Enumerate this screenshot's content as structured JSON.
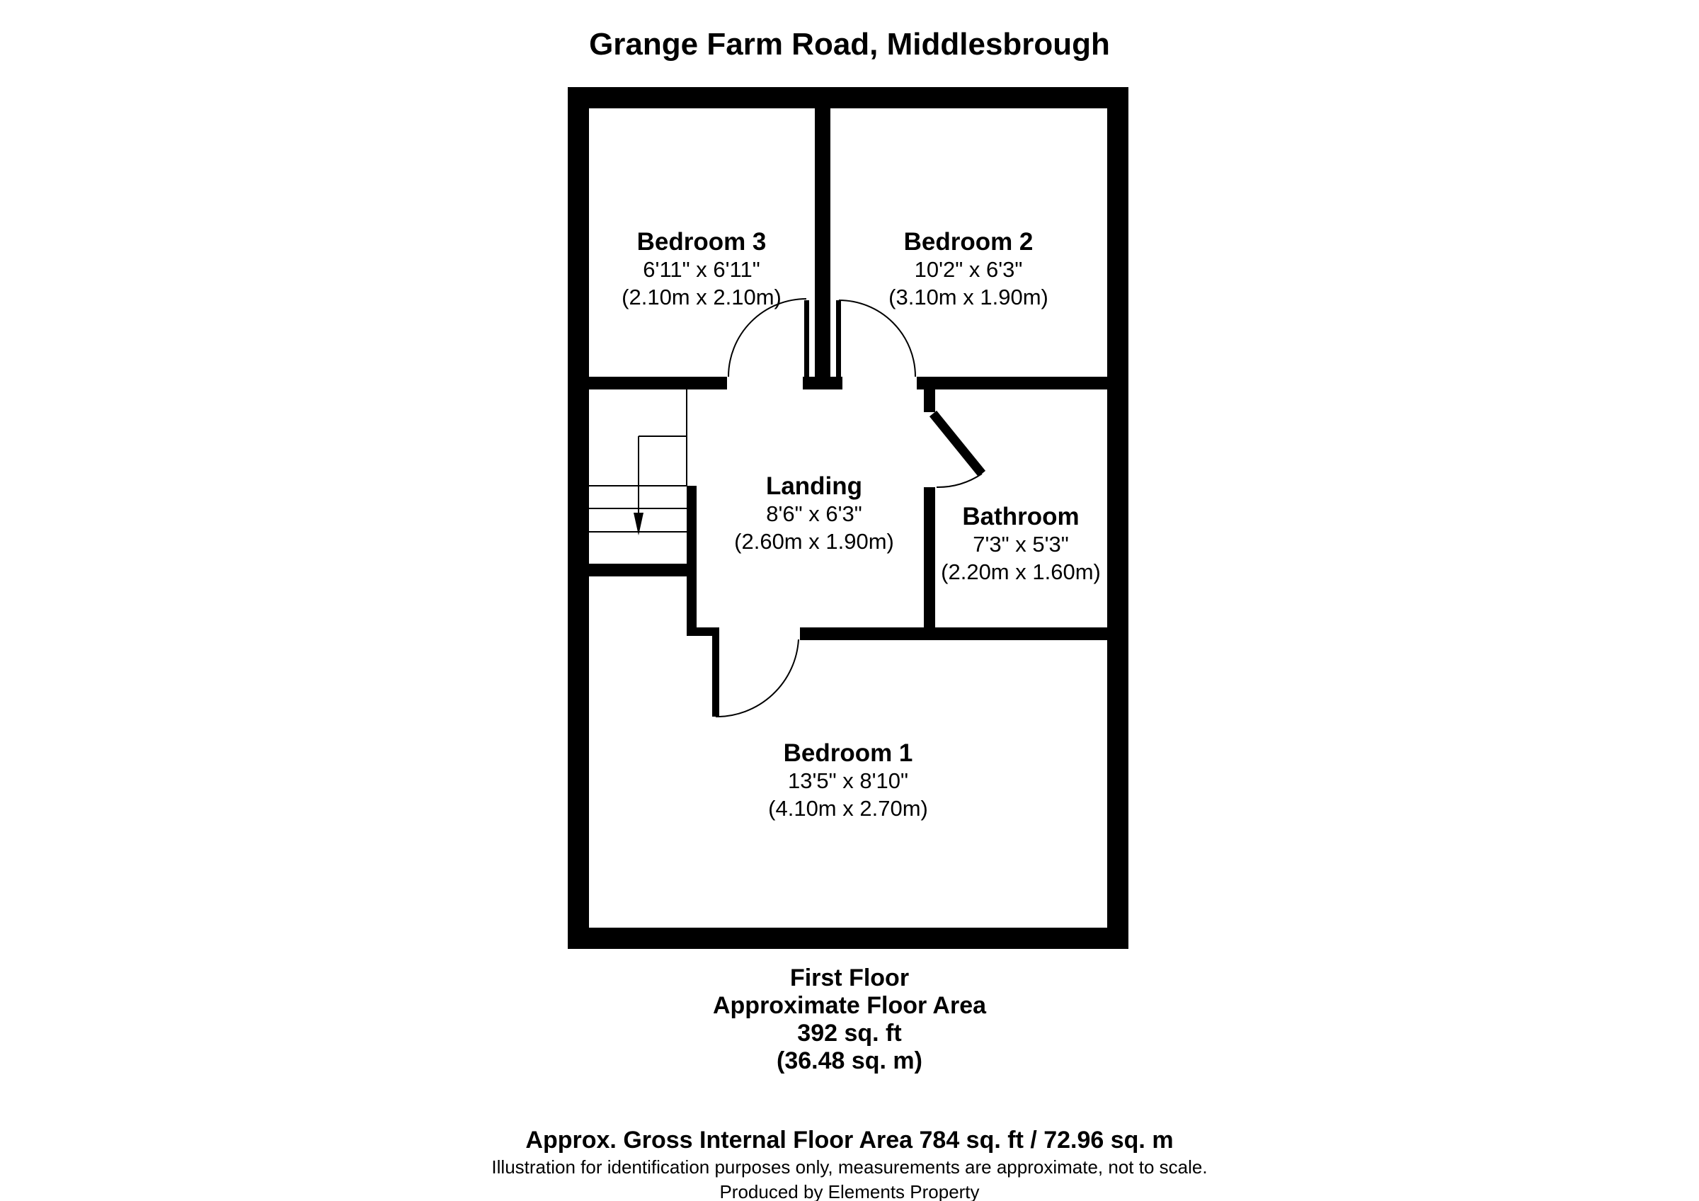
{
  "page": {
    "title": "Grange Farm Road, Middlesbrough"
  },
  "floor_plan": {
    "rooms": [
      {
        "name": "Bedroom 3",
        "dims_imperial": "6'11\" x 6'11\"",
        "dims_metric": "(2.10m x 2.10m)"
      },
      {
        "name": "Bedroom 2",
        "dims_imperial": "10'2\" x 6'3\"",
        "dims_metric": "(3.10m x 1.90m)"
      },
      {
        "name": "Landing",
        "dims_imperial": "8'6\" x 6'3\"",
        "dims_metric": "(2.60m x 1.90m)"
      },
      {
        "name": "Bathroom",
        "dims_imperial": "7'3\" x 5'3\"",
        "dims_metric": "(2.20m x 1.60m)"
      },
      {
        "name": "Bedroom 1",
        "dims_imperial": "13'5\" x 8'10\"",
        "dims_metric": "(4.10m x 2.70m)"
      }
    ],
    "stairs": {
      "direction_icon": "down-arrow"
    }
  },
  "summary": {
    "floor_name": "First Floor",
    "area_label": "Approximate Floor Area",
    "area_imperial": "392 sq. ft",
    "area_metric": "(36.48 sq. m)"
  },
  "footer": {
    "gross_area": "Approx. Gross Internal Floor Area 784 sq. ft / 72.96 sq. m",
    "disclaimer": "Illustration for identification purposes only, measurements are approximate, not to scale.",
    "credit": "Produced by Elements Property"
  },
  "colors": {
    "wall": "#000000",
    "background": "#ffffff",
    "text": "#000000"
  }
}
